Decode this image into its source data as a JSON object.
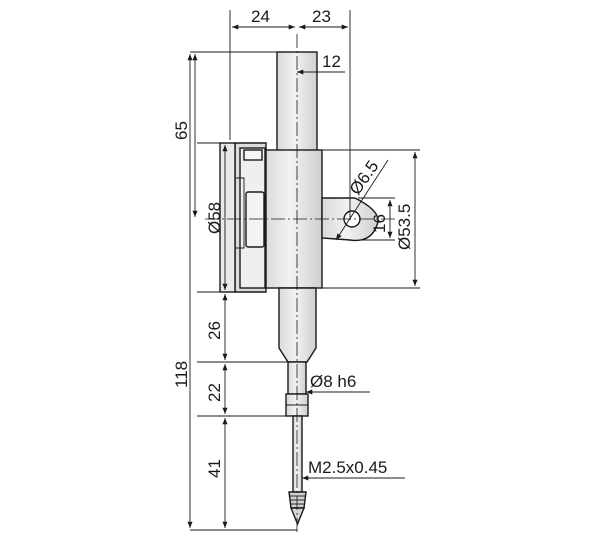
{
  "dimensions": {
    "top_left_width": "24",
    "top_right_width": "23",
    "spindle_offset": "12",
    "overall_height_upper": "65",
    "dial_diameter": "Ø58",
    "lug_hole": "Ø6.5",
    "lug_height": "16",
    "body_diameter": "Ø53.5",
    "stem_length": "26",
    "overall_height": "118",
    "stem_section": "22",
    "stem_diameter": "Ø8 h6",
    "contact_length": "41",
    "thread": "M2.5x0.45"
  },
  "colors": {
    "body_fill": "#e6e6e6",
    "line": "#1a1a1a",
    "background": "#ffffff"
  }
}
